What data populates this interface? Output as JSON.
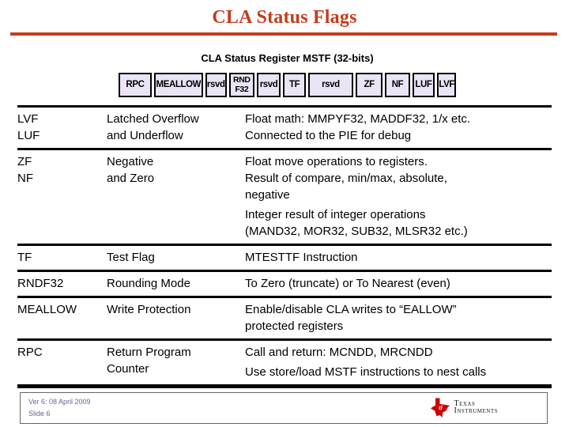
{
  "title": "CLA Status Flags",
  "register": {
    "caption": "CLA Status Register MSTF (32-bits)",
    "fields": [
      {
        "label": "RPC"
      },
      {
        "label": "MEALLOW"
      },
      {
        "label": "rsvd"
      },
      {
        "label": "RND\nF32"
      },
      {
        "label": "rsvd"
      },
      {
        "label": "TF"
      },
      {
        "label": "rsvd"
      },
      {
        "label": "ZF"
      },
      {
        "label": "NF"
      },
      {
        "label": "LUF"
      },
      {
        "label": "LVF"
      }
    ]
  },
  "table": {
    "rows": [
      {
        "flag": "LVF\nLUF",
        "meaning": "Latched Overflow\nand Underflow",
        "desc": [
          "Float math: MMPYF32, MADDF32, 1/x etc.\nConnected to the PIE for debug"
        ]
      },
      {
        "flag": "ZF\nNF",
        "meaning": "Negative\nand Zero",
        "desc": [
          "Float move operations to registers.\nResult of compare, min/max, absolute,\nnegative",
          "Integer result of integer operations\n(MAND32, MOR32, SUB32, MLSR32 etc.)"
        ]
      },
      {
        "flag": "TF",
        "meaning": "Test Flag",
        "desc": [
          "MTESTTF Instruction"
        ]
      },
      {
        "flag": "RNDF32",
        "meaning": "Rounding Mode",
        "desc": [
          "To Zero (truncate) or To Nearest (even)"
        ]
      },
      {
        "flag": "MEALLOW",
        "meaning": "Write Protection",
        "desc": [
          "Enable/disable CLA writes to “EALLOW”\nprotected registers"
        ]
      },
      {
        "flag": "RPC",
        "meaning": "Return Program\nCounter",
        "desc": [
          "Call and return: MCNDD, MRCNDD",
          "Use store/load MSTF instructions to nest calls"
        ]
      }
    ]
  },
  "footer": {
    "version": "Ver 6: 08 April 2009",
    "slide": "Slide 6",
    "logo_line1": "Texas",
    "logo_line2": "Instruments"
  },
  "colors": {
    "title_red": "#C43C1C",
    "reg_fill": "#EAE4F6",
    "footer_purple": "#666699",
    "ti_red": "#CC0000"
  }
}
